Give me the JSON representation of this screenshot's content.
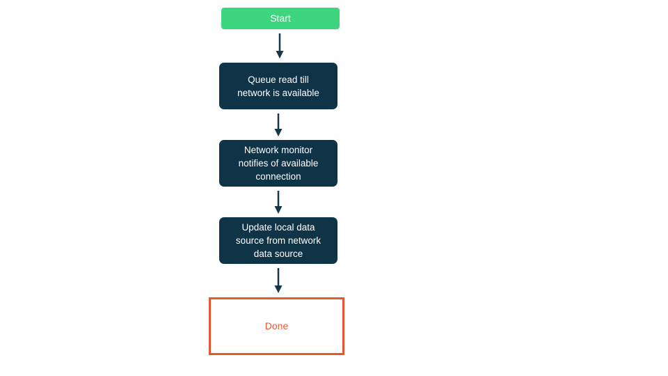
{
  "flowchart": {
    "nodes": [
      {
        "id": "start",
        "type": "start",
        "label": "Start"
      },
      {
        "id": "queue-read",
        "type": "process",
        "label": "Queue read till\nnetwork is available"
      },
      {
        "id": "network-monitor",
        "type": "process",
        "label": "Network monitor\nnotifies of available\nconnection"
      },
      {
        "id": "update-source",
        "type": "process",
        "label": "Update local data\nsource from network\ndata source"
      },
      {
        "id": "done",
        "type": "terminal",
        "label": "Done"
      }
    ],
    "edges": [
      {
        "from": "start",
        "to": "queue-read"
      },
      {
        "from": "queue-read",
        "to": "network-monitor"
      },
      {
        "from": "network-monitor",
        "to": "update-source"
      },
      {
        "from": "update-source",
        "to": "done"
      }
    ],
    "colors": {
      "start_fill": "#3dd57e",
      "process_fill": "#0f3347",
      "node_text": "#ffffff",
      "done_border": "#e8572c",
      "done_text": "#e8572c",
      "arrow": "#14374a",
      "background": "#ffffff"
    }
  }
}
